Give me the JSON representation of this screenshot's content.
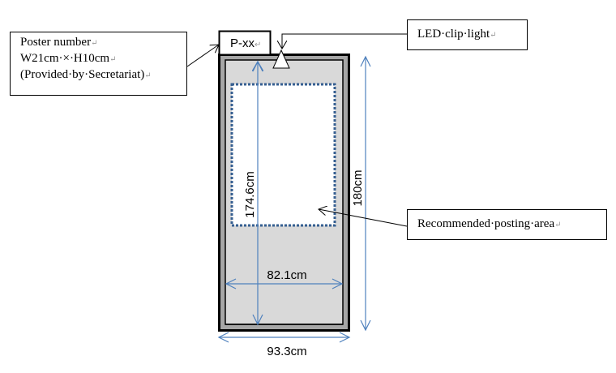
{
  "title": "Poster board layout",
  "callouts": {
    "poster_number": {
      "lines": [
        "Poster number",
        "W21cm·×·H10cm",
        "(Provided·by·Secretariat)"
      ]
    },
    "led_light": {
      "label": "LED·clip·light"
    },
    "posting_area": {
      "label": "Recommended·posting·area"
    }
  },
  "poster_tag": {
    "label": "P-xx"
  },
  "dimensions": {
    "inner_height": "174.6cm",
    "total_height": "180cm",
    "inner_width": "82.1cm",
    "total_width": "93.3cm"
  },
  "paragraph_mark": "↵",
  "colors": {
    "frame_dark": "#000000",
    "frame_gray": "#a6a6a6",
    "board_fill": "#d9d9d9",
    "dim_line": "#4f81bd",
    "dotted_border": "#365f91"
  }
}
